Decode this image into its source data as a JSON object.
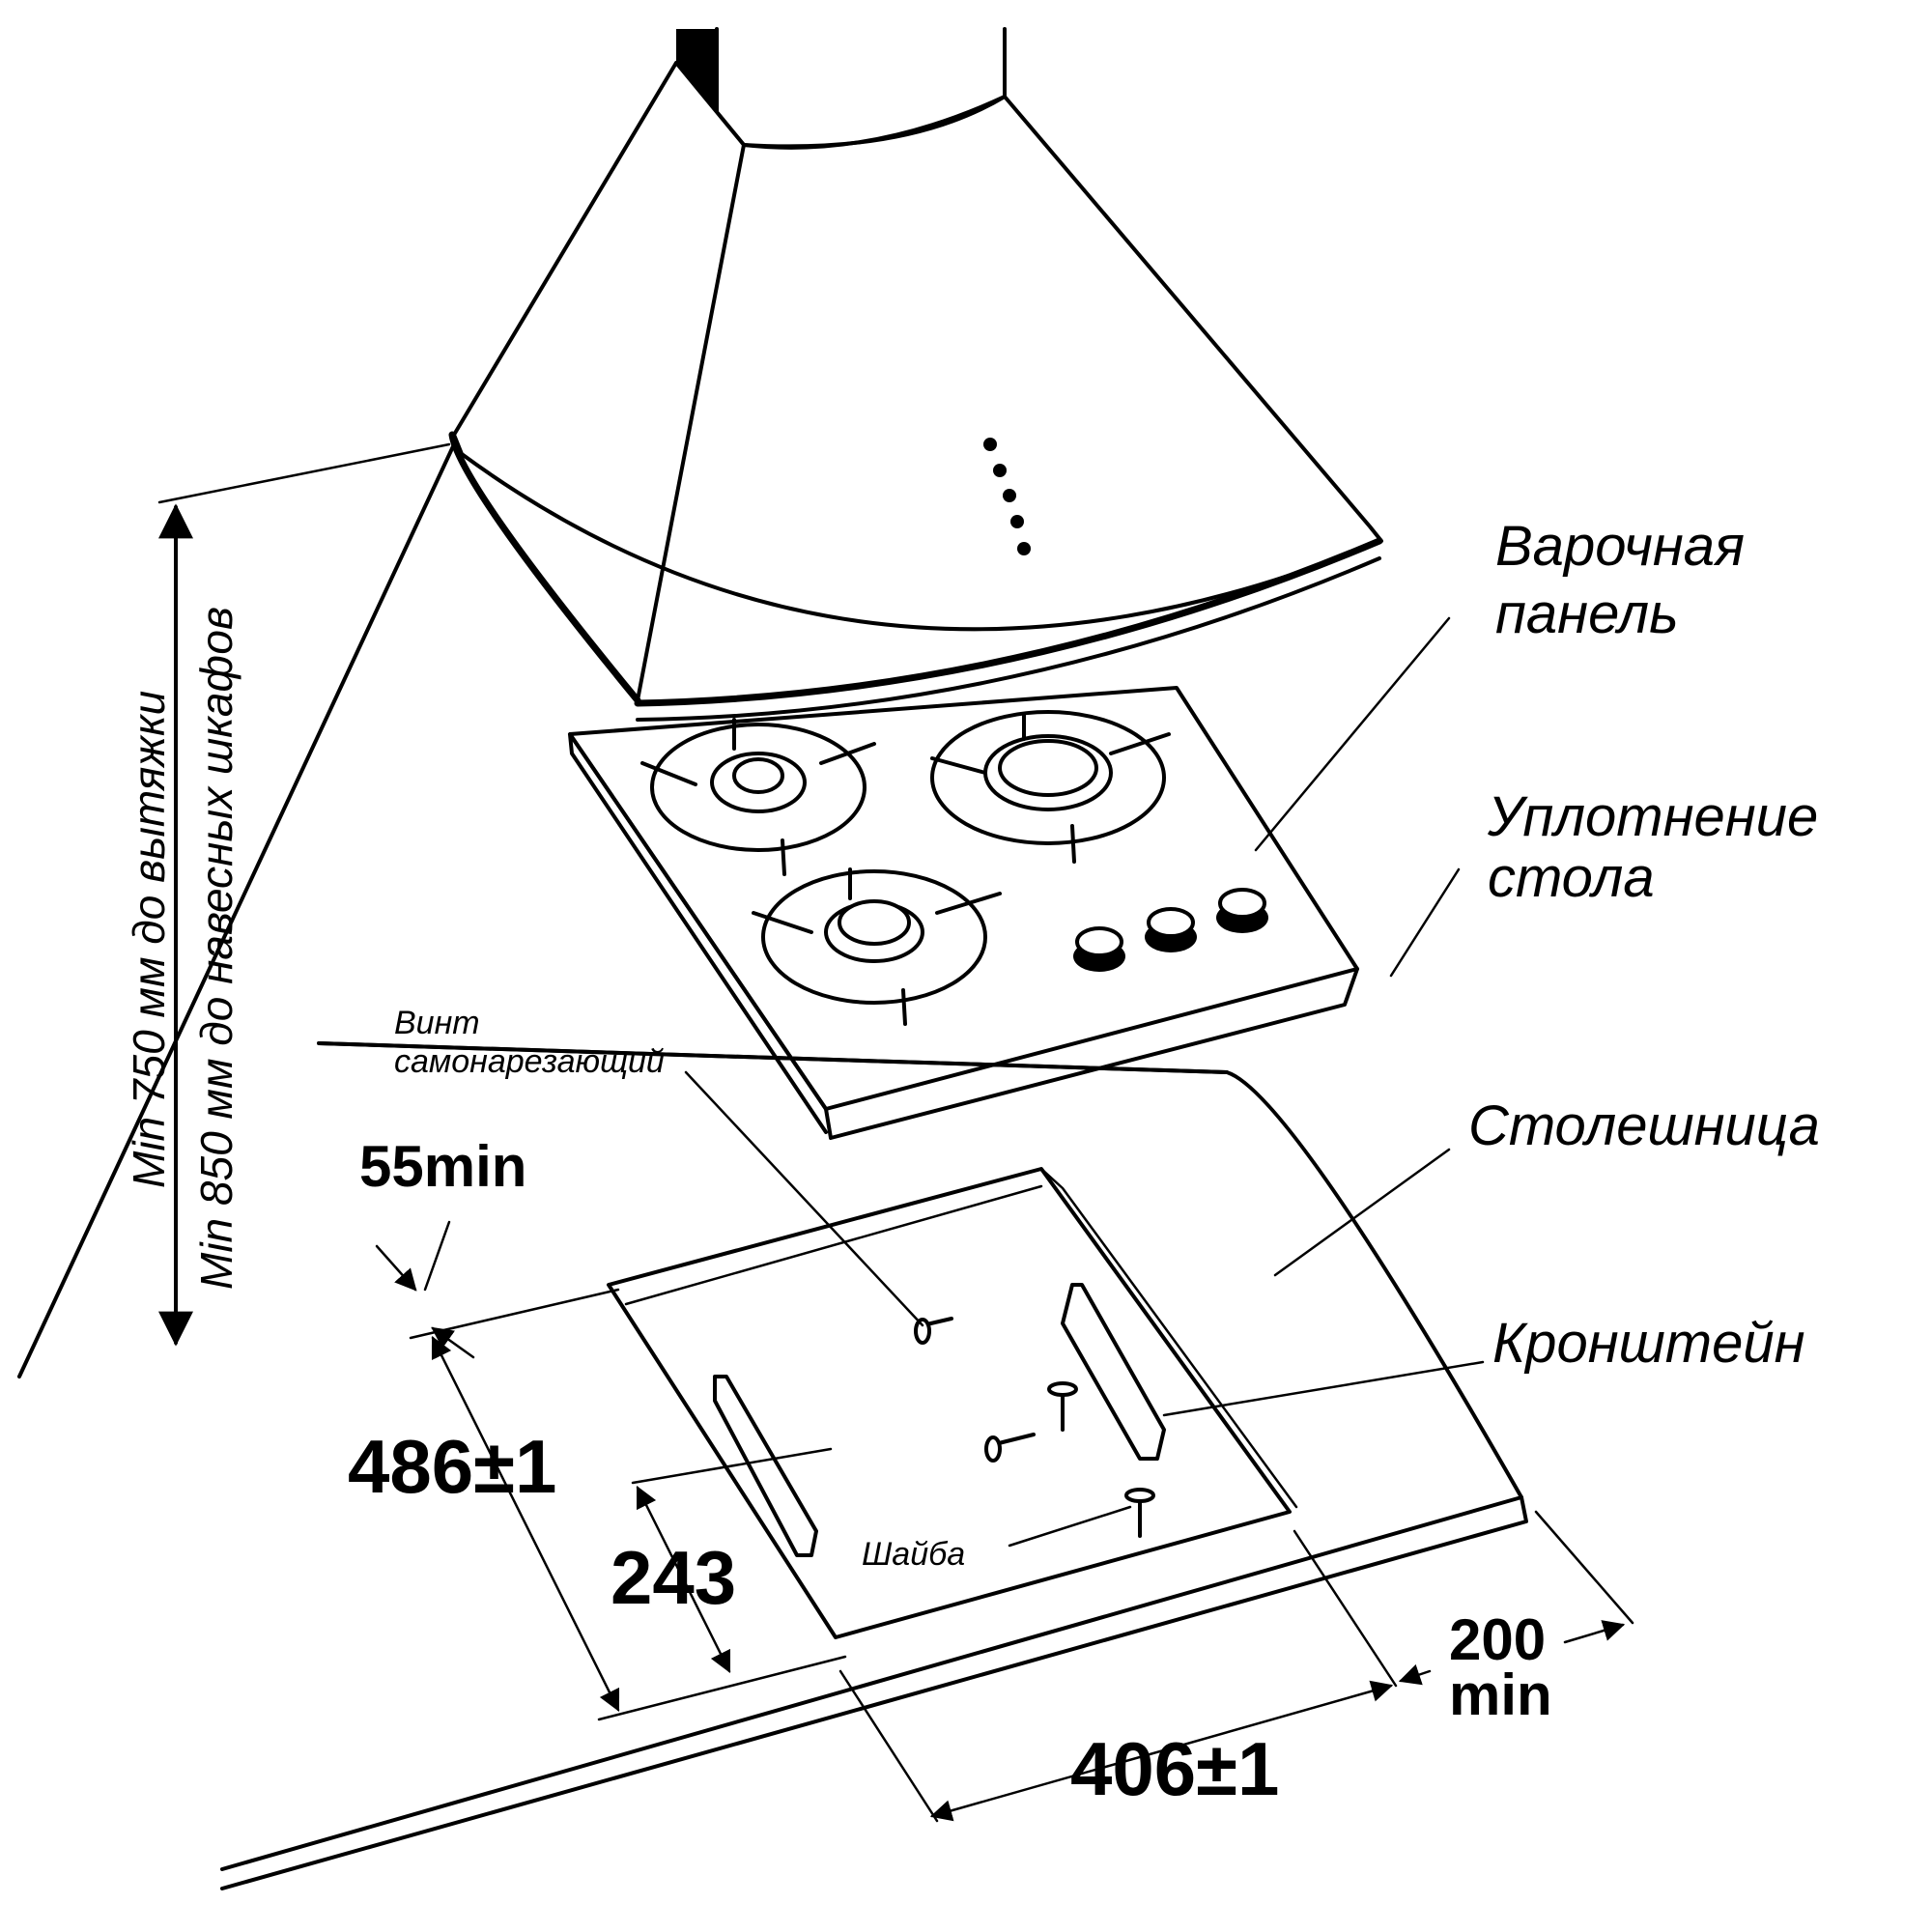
{
  "labels": {
    "hob": [
      "Варочная",
      "панель"
    ],
    "seal": [
      "Уплотнение",
      "стола"
    ],
    "countertop": "Столешница",
    "bracket": "Кронштейн",
    "screw": [
      "Винт",
      "самонарезающий"
    ],
    "washer": "Шайба"
  },
  "clearances": {
    "to_hood": "Min 750 мм до вытяжки",
    "to_cabinets": "Min 850 мм до навесных шкафов"
  },
  "dimensions": {
    "front_gap": "55min",
    "depth": "486±1",
    "half_depth": "243",
    "width": "406±1",
    "side_gap_value": "200",
    "side_gap_unit": "min"
  }
}
